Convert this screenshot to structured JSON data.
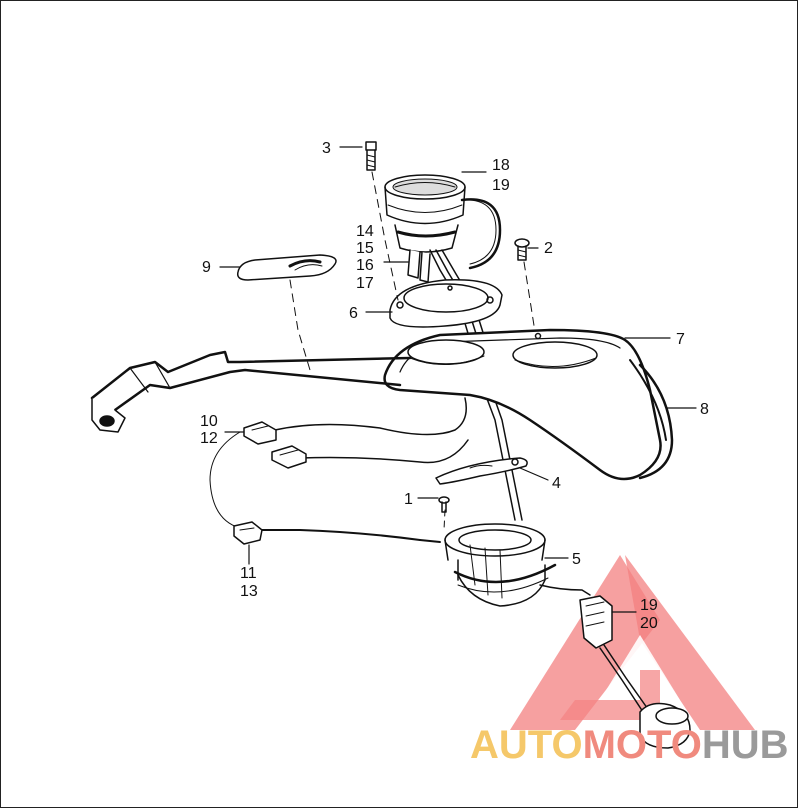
{
  "diagram": {
    "callouts": [
      {
        "id": "c1",
        "text": "1"
      },
      {
        "id": "c2",
        "text": "2"
      },
      {
        "id": "c3",
        "text": "3"
      },
      {
        "id": "c4",
        "text": "4"
      },
      {
        "id": "c5",
        "text": "5"
      },
      {
        "id": "c6",
        "text": "6"
      },
      {
        "id": "c7",
        "text": "7"
      },
      {
        "id": "c8",
        "text": "8"
      },
      {
        "id": "c9",
        "text": "9"
      },
      {
        "id": "c10",
        "text": "10"
      },
      {
        "id": "c11",
        "text": "11"
      },
      {
        "id": "c12",
        "text": "12"
      },
      {
        "id": "c13",
        "text": "13"
      },
      {
        "id": "c14",
        "text": "14"
      },
      {
        "id": "c15",
        "text": "15"
      },
      {
        "id": "c16",
        "text": "16"
      },
      {
        "id": "c17",
        "text": "17"
      },
      {
        "id": "c18",
        "text": "18"
      },
      {
        "id": "c19a",
        "text": "19"
      },
      {
        "id": "c19b",
        "text": "19"
      },
      {
        "id": "c20",
        "text": "20"
      }
    ]
  },
  "watermark": {
    "part1": "AUTO",
    "part2": "MOTO",
    "part3": "HUB",
    "colors": {
      "auto": "#f5c86a",
      "moto": "#f08a7e",
      "hub": "#9a9a9a",
      "triangle": "#f05a5a"
    }
  }
}
